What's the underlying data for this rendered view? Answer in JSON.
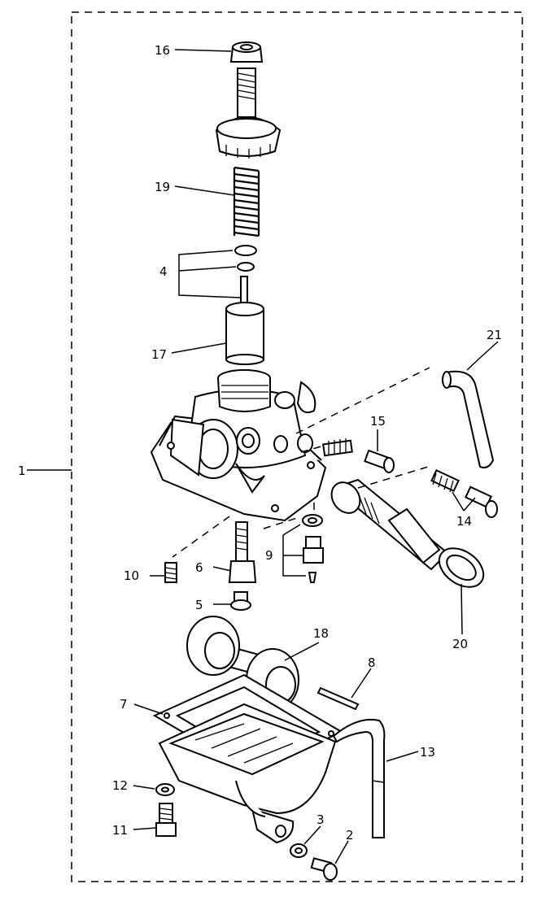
{
  "diagram": {
    "part_numbers": [
      "1",
      "2",
      "3",
      "4",
      "5",
      "6",
      "7",
      "8",
      "9",
      "10",
      "11",
      "12",
      "13",
      "14",
      "15",
      "16",
      "17",
      "18",
      "19",
      "20",
      "21"
    ]
  }
}
